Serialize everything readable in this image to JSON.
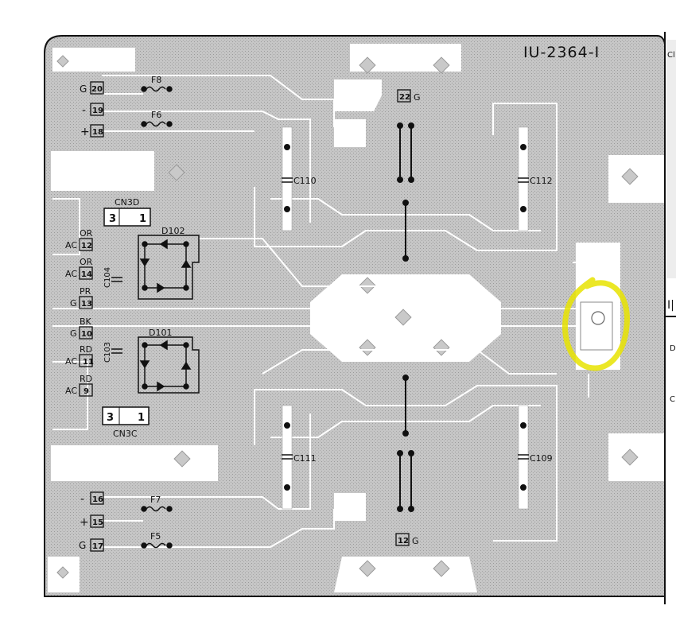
{
  "board": {
    "title": "IU-2364-I",
    "fragment_text": {
      "top_right": "Cl",
      "mid_right": "I|",
      "right_d": "D",
      "right_c": "C"
    }
  },
  "connectors": {
    "cn3d": {
      "label": "CN3D",
      "pin_left": "3",
      "pin_right": "1"
    },
    "cn3c": {
      "label": "CN3C",
      "pin_left": "3",
      "pin_right": "1"
    }
  },
  "terminals": {
    "t20": {
      "name": "G",
      "num": "20"
    },
    "t19": {
      "name": "-",
      "num": "19"
    },
    "t18": {
      "name": "+",
      "num": "18"
    },
    "t12": {
      "wire": "OR",
      "name": "AC",
      "num": "12"
    },
    "t14": {
      "wire": "OR",
      "name": "AC",
      "num": "14"
    },
    "t13": {
      "wire": "PR",
      "name": "G",
      "num": "13"
    },
    "t10": {
      "wire": "BK",
      "name": "G",
      "num": "10"
    },
    "t11": {
      "wire": "RD",
      "name": "AC",
      "num": "11"
    },
    "t9": {
      "wire": "RD",
      "name": "AC",
      "num": "9"
    },
    "t16": {
      "name": "-",
      "num": "16"
    },
    "t15": {
      "name": "+",
      "num": "15"
    },
    "t17": {
      "name": "G",
      "num": "17"
    },
    "t22g": {
      "num": "22",
      "name": "G"
    },
    "t12g": {
      "num": "12",
      "name": "G"
    }
  },
  "components": {
    "F8": "F8",
    "F6": "F6",
    "F7": "F7",
    "F5": "F5",
    "D102": "D102",
    "D101": "D101",
    "C104": "C104",
    "C103": "C103",
    "C110": "C110",
    "C112": "C112",
    "C111": "C111",
    "C109": "C109"
  },
  "colors": {
    "board_fill": "#c9c9c9",
    "trace": "#ffffff",
    "ink": "#111111",
    "highlight": "#e8e300"
  }
}
